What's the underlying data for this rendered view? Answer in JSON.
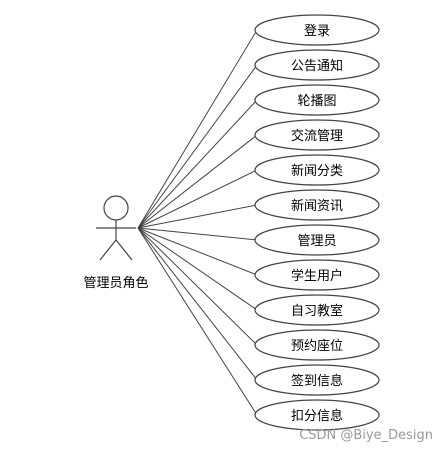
{
  "actor": {
    "label": "管理员角色"
  },
  "use_cases": [
    {
      "label": "登录"
    },
    {
      "label": "公告通知"
    },
    {
      "label": "轮播图"
    },
    {
      "label": "交流管理"
    },
    {
      "label": "新闻分类"
    },
    {
      "label": "新闻资讯"
    },
    {
      "label": "管理员"
    },
    {
      "label": "学生用户"
    },
    {
      "label": "自习教室"
    },
    {
      "label": "预约座位"
    },
    {
      "label": "签到信息"
    },
    {
      "label": "扣分信息"
    }
  ],
  "watermark": {
    "text": "CSDN @Biye_Design"
  },
  "colors": {
    "stroke": "#444444",
    "ellipse_fill": "#ffffff",
    "text": "#000000",
    "watermark": "#9a9a9a"
  }
}
